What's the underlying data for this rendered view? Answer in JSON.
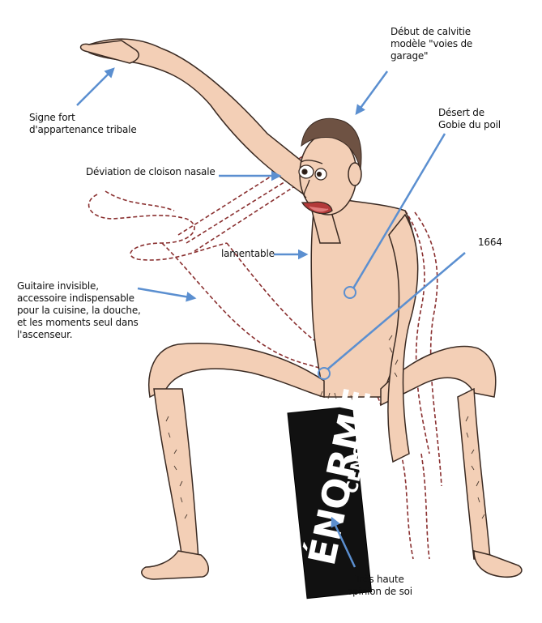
{
  "annotations": {
    "tribal_sign": "Signe fort\nd'appartenance tribale",
    "baldness": "Début de calvitie\nmodèle \"voies de\ngarage\"",
    "gobi_desert": "Désert de\nGobie du poil",
    "nasal_septum": "Déviation de cloison nasale",
    "lamentable": "lamentable",
    "year": "1664",
    "invisible_guitar": "Guitaire invisible,\naccessoire indispensable\npour la cuisine, la douche,\net les moments seul dans\nl'ascenseur.",
    "self_esteem": "Très haute\nopinion de soi"
  },
  "censor_bar": {
    "word_big": "ÉNORME",
    "word_small": "CENSURE"
  },
  "colors": {
    "arrow": "#5b8fd0",
    "skin": "#f3cfb6",
    "outline": "#3a2a22",
    "bar": "#111111"
  }
}
